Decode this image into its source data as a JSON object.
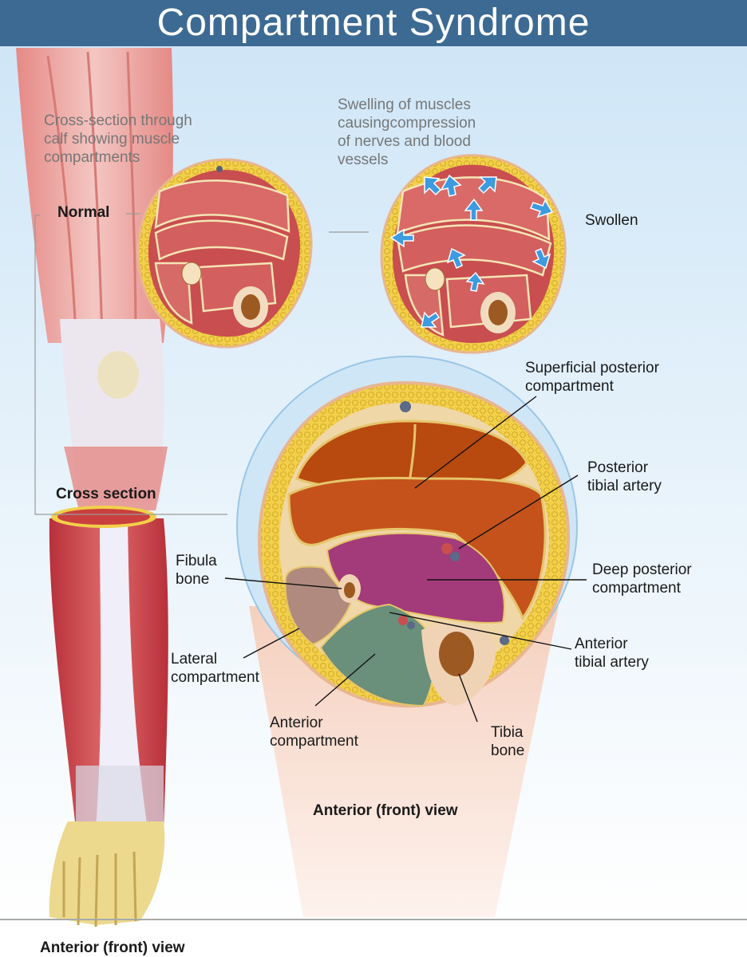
{
  "title": "Compartment Syndrome",
  "labels": {
    "cross_section_caption": "Cross-section through\ncalf showing muscle\ncompartments",
    "swelling_caption": "Swelling of muscles\ncausingcompression\nof nerves and blood\nvessels",
    "normal": "Normal",
    "swollen": "Swollen",
    "superficial_posterior": "Superficial posterior\ncompartment",
    "posterior_tibial": "Posterior\ntibial artery",
    "cross_section": "Cross section",
    "fibula": "Fibula\nbone",
    "deep_posterior": "Deep posterior\ncompartment",
    "anterior_tibial": "Anterior\ntibial artery",
    "lateral": "Lateral\ncompartment",
    "anterior": "Anterior\ncompartment",
    "tibia": "Tibia\nbone",
    "view_section": "Anterior (front) view",
    "view_leg": "Anterior (front) view"
  },
  "colors": {
    "title_bar": "#3c6a93",
    "superficial_posterior": "#b8490f",
    "deep_posterior": "#a33b7a",
    "lateral": "#b08a7e",
    "anterior": "#6a8f7a",
    "swelling_arrows": "#3d9be0"
  }
}
